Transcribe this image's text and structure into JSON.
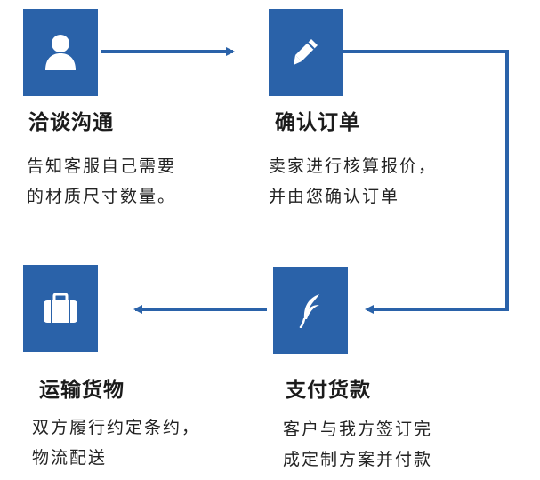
{
  "steps": [
    {
      "title": "洽谈沟通",
      "lines": [
        "告知客服自己需要",
        "的材质尺寸数量。"
      ],
      "icon": "user-icon"
    },
    {
      "title": "确认订单",
      "lines": [
        "卖家进行核算报价，",
        "并由您确认订单"
      ],
      "icon": "pencil-icon"
    },
    {
      "title": "支付货款",
      "lines": [
        "客户与我方签订完",
        "成定制方案并付款"
      ],
      "icon": "feather-icon"
    },
    {
      "title": "运输货物",
      "lines": [
        "双方履行约定条约，",
        "物流配送"
      ],
      "icon": "briefcase-icon"
    }
  ],
  "colors": {
    "accent": "#2a62a9",
    "text": "#222222"
  }
}
